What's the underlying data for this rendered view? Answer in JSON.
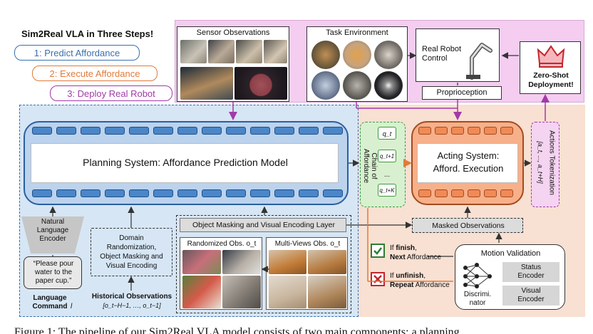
{
  "header": {
    "title": "Sim2Real VLA in Three Steps!",
    "steps": [
      {
        "label": "1: Predict Affordance",
        "color": "#3a6fb0"
      },
      {
        "label": "2: Execute Affordance",
        "color": "#e07b39"
      },
      {
        "label": "3: Deploy Real Robot",
        "color": "#a23aa8"
      }
    ]
  },
  "top": {
    "sensor_title": "Sensor Observations",
    "task_env_title": "Task Environment",
    "real_robot_label": "Real Robot\nControl",
    "proprioception": "Proprioception",
    "zero_shot": "Zero-Shot\nDeployment!"
  },
  "planning": {
    "label": "Planning System: Affordance Prediction Model"
  },
  "chain": {
    "label": "Chain of Affordance",
    "items": [
      "q_t",
      "q_t+1",
      "...",
      "q_t+K"
    ]
  },
  "acting": {
    "label_line1": "Acting System:",
    "label_line2": "Afford. Execution"
  },
  "actions": {
    "label": "Actions Tokenization",
    "formula": "[a_t, ..., a_t+H]"
  },
  "bottom_left": {
    "nl_encoder": "Natural\nLanguage\nEncoder",
    "quote": "“Please pour\nwater to the\npaper cup.”",
    "lang_cmd": "Language\nCommand",
    "lang_var": "l",
    "domain_box": "Domain\nRandomization,\nObject Masking and\nVisual Encoding",
    "hist_title": "Historical Observations",
    "hist_formula": "[o_t−H−1, …, o_t−1]"
  },
  "masking": {
    "layer_label": "Object  Masking and Visual Encoding Layer",
    "randomized": "Randomized Obs. o_t",
    "multiview": "Multi-Views Obs. o_t",
    "masked_obs": "Masked Observations"
  },
  "validation": {
    "finish_prefix": "If ",
    "finish_bold": "finish",
    "finish_tail": ",",
    "finish_next_bold": "Next",
    "finish_next_tail": " Affordance",
    "unfinish_prefix": "If ",
    "unfinish_bold": "unfinish",
    "unfinish_tail": ",",
    "repeat_bold": "Repeat",
    "repeat_tail": " Affordance",
    "motion_title": "Motion Validation",
    "discriminator": "Discrimi.\nnator",
    "status_encoder": "Status\nEncoder",
    "visual_encoder": "Visual\nEncoder"
  },
  "caption": "Figure 1: The pipeline of our Sim2Real VLA  model consists of two main components: a planning"
}
